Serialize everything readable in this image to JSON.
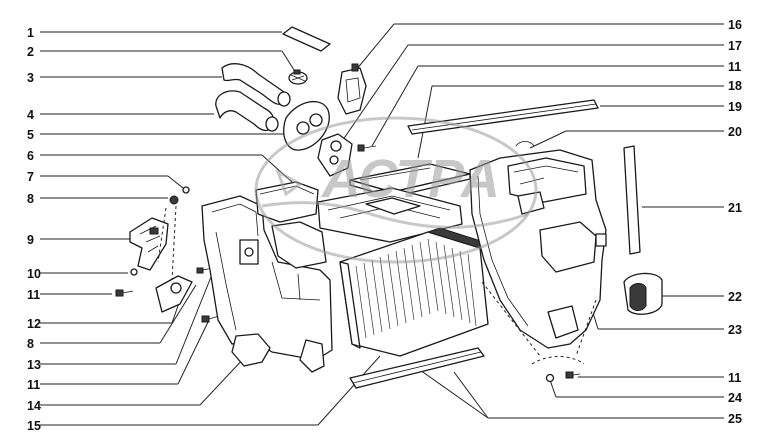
{
  "callouts_left": [
    "1",
    "2",
    "3",
    "4",
    "5",
    "6",
    "7",
    "8",
    "9",
    "10",
    "11",
    "12",
    "8",
    "13",
    "11",
    "14",
    "15"
  ],
  "callouts_right": [
    "16",
    "17",
    "11",
    "18",
    "19",
    "20",
    "21",
    "22",
    "23",
    "11",
    "24",
    "25"
  ],
  "watermark": {
    "brand": "АСТРА"
  }
}
